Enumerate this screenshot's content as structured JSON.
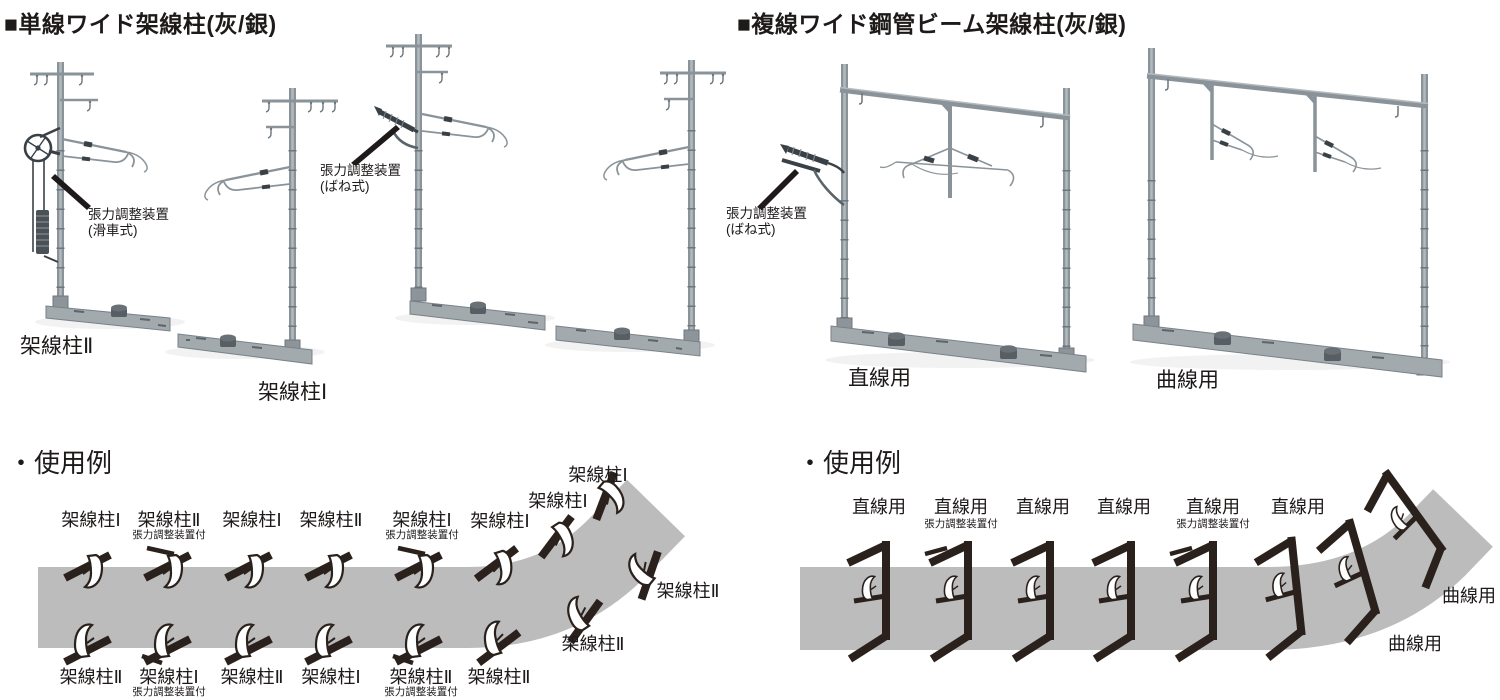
{
  "colors": {
    "track_gray": "#bcbcbc",
    "symbol_dark": "#2a211c",
    "metal_gray": "#8a9399",
    "device_dark": "#3a4146",
    "base_gray": "#a2aaae",
    "text": "#1d1a19"
  },
  "section_single": {
    "title": "■単線ワイド架線柱(灰/銀)",
    "pole2_label": "架線柱Ⅱ",
    "pole1_label": "架線柱Ⅰ",
    "annotation_pulley": {
      "line1": "張力調整装置",
      "line2": "(滑車式)"
    },
    "annotation_spring": {
      "line1": "張力調整装置",
      "line2": "(ばね式)"
    }
  },
  "section_double": {
    "title": "■複線ワイド鋼管ビーム架線柱(灰/銀)",
    "annotation_spring": {
      "line1": "張力調整装置",
      "line2": "(ばね式)"
    },
    "straight_label": "直線用",
    "curve_label": "曲線用"
  },
  "usage_single": {
    "title": "・使用例",
    "top": [
      {
        "label": "架線柱Ⅰ",
        "sub": ""
      },
      {
        "label": "架線柱Ⅱ",
        "sub": "張力調整装置付"
      },
      {
        "label": "架線柱Ⅰ",
        "sub": ""
      },
      {
        "label": "架線柱Ⅱ",
        "sub": ""
      },
      {
        "label": "架線柱Ⅰ",
        "sub": "張力調整装置付"
      },
      {
        "label": "架線柱Ⅰ",
        "sub": ""
      },
      {
        "label": "架線柱Ⅰ",
        "sub": ""
      },
      {
        "label": "架線柱Ⅰ",
        "sub": ""
      }
    ],
    "bottom": [
      {
        "label": "架線柱Ⅱ",
        "sub": ""
      },
      {
        "label": "架線柱Ⅰ",
        "sub": "張力調整装置付"
      },
      {
        "label": "架線柱Ⅱ",
        "sub": ""
      },
      {
        "label": "架線柱Ⅰ",
        "sub": ""
      },
      {
        "label": "架線柱Ⅱ",
        "sub": "張力調整装置付"
      },
      {
        "label": "架線柱Ⅱ",
        "sub": ""
      },
      {
        "label": "架線柱Ⅱ",
        "sub": ""
      },
      {
        "label": "架線柱Ⅱ",
        "sub": ""
      }
    ]
  },
  "usage_double": {
    "title": "・使用例",
    "top": [
      {
        "label": "直線用",
        "sub": ""
      },
      {
        "label": "直線用",
        "sub": "張力調整装置付"
      },
      {
        "label": "直線用",
        "sub": ""
      },
      {
        "label": "直線用",
        "sub": ""
      },
      {
        "label": "直線用",
        "sub": "張力調整装置付"
      },
      {
        "label": "直線用",
        "sub": ""
      }
    ],
    "curve": [
      {
        "label": "曲線用"
      },
      {
        "label": "曲線用"
      }
    ]
  }
}
